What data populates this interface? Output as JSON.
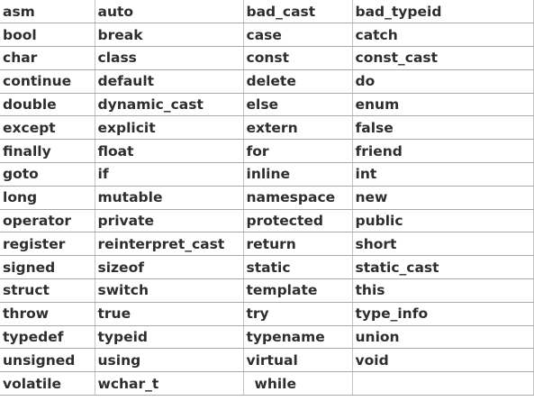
{
  "keywords_table": {
    "rows": [
      [
        "asm",
        "auto",
        "bad_cast",
        "bad_typeid"
      ],
      [
        "bool",
        "break",
        "case",
        "catch"
      ],
      [
        "char",
        "class",
        "const",
        "const_cast"
      ],
      [
        "continue",
        "default",
        "delete",
        "do"
      ],
      [
        "double",
        "dynamic_cast",
        "else",
        "enum"
      ],
      [
        "except",
        "explicit",
        "extern",
        "false"
      ],
      [
        "finally",
        "float",
        "for",
        "friend"
      ],
      [
        "goto",
        "if",
        "inline",
        "int"
      ],
      [
        "long",
        "mutable",
        "namespace",
        "new"
      ],
      [
        "operator",
        "private",
        "protected",
        "public"
      ],
      [
        "register",
        "reinterpret_cast",
        "return",
        "short"
      ],
      [
        "signed",
        "sizeof",
        "static",
        "static_cast"
      ],
      [
        "struct",
        "switch",
        "template",
        "this"
      ],
      [
        "throw",
        "true",
        "try",
        "type_info"
      ],
      [
        "typedef",
        "typeid",
        "typename",
        "union"
      ],
      [
        "unsigned",
        "using",
        "virtual",
        "void"
      ],
      [
        "volatile",
        "wchar_t",
        "while",
        ""
      ]
    ]
  }
}
